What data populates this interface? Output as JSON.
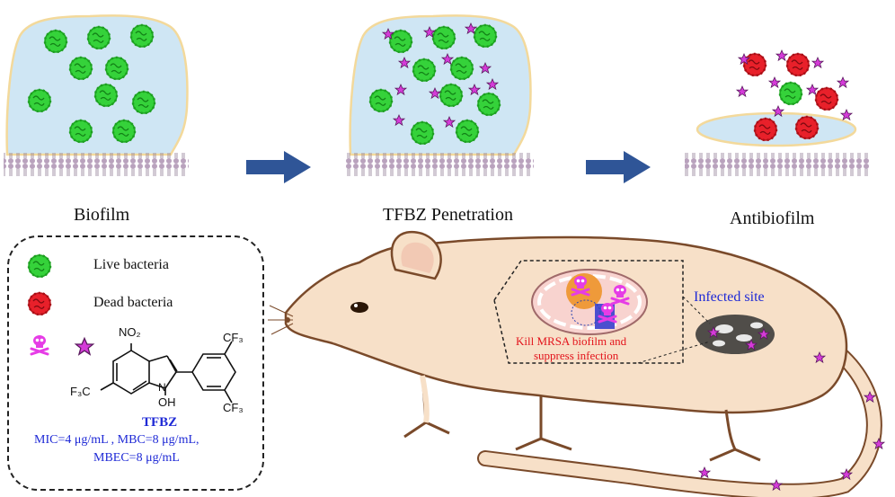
{
  "panels": [
    {
      "label": "Biofilm"
    },
    {
      "label": "TFBZ Penetration"
    },
    {
      "label": "Antibiofilm"
    }
  ],
  "legend": {
    "live": "Live bacteria",
    "dead": "Dead bacteria",
    "compound_name": "TFBZ",
    "mic_line": "MIC=4 μg/mL , MBC=8 μg/mL,",
    "mbec_line": "MBEC=8 μg/mL",
    "structure_labels": {
      "no2": "NO₂",
      "cf3_top": "CF₃",
      "cf3_bottom": "CF₃",
      "f3c": "F₃C",
      "n": "N",
      "oh": "OH"
    }
  },
  "mouse": {
    "infected_label": "Infected site",
    "kill_line1": "Kill MRSA biofilm  and",
    "kill_line2": "suppress infection"
  },
  "colors": {
    "live": "#35d23a",
    "dead": "#e8202a",
    "drug": "#d43bd8",
    "biofilm": "#cfe6f4",
    "biofilm_edge": "#f3d99b",
    "arrow": "#2f5597",
    "membrane": "#b9a2bd",
    "mouse": "#f7e0c8",
    "mouse_edge": "#7a4a2a",
    "label_blue": "#1f2ad6",
    "label_red": "#e3141c"
  }
}
